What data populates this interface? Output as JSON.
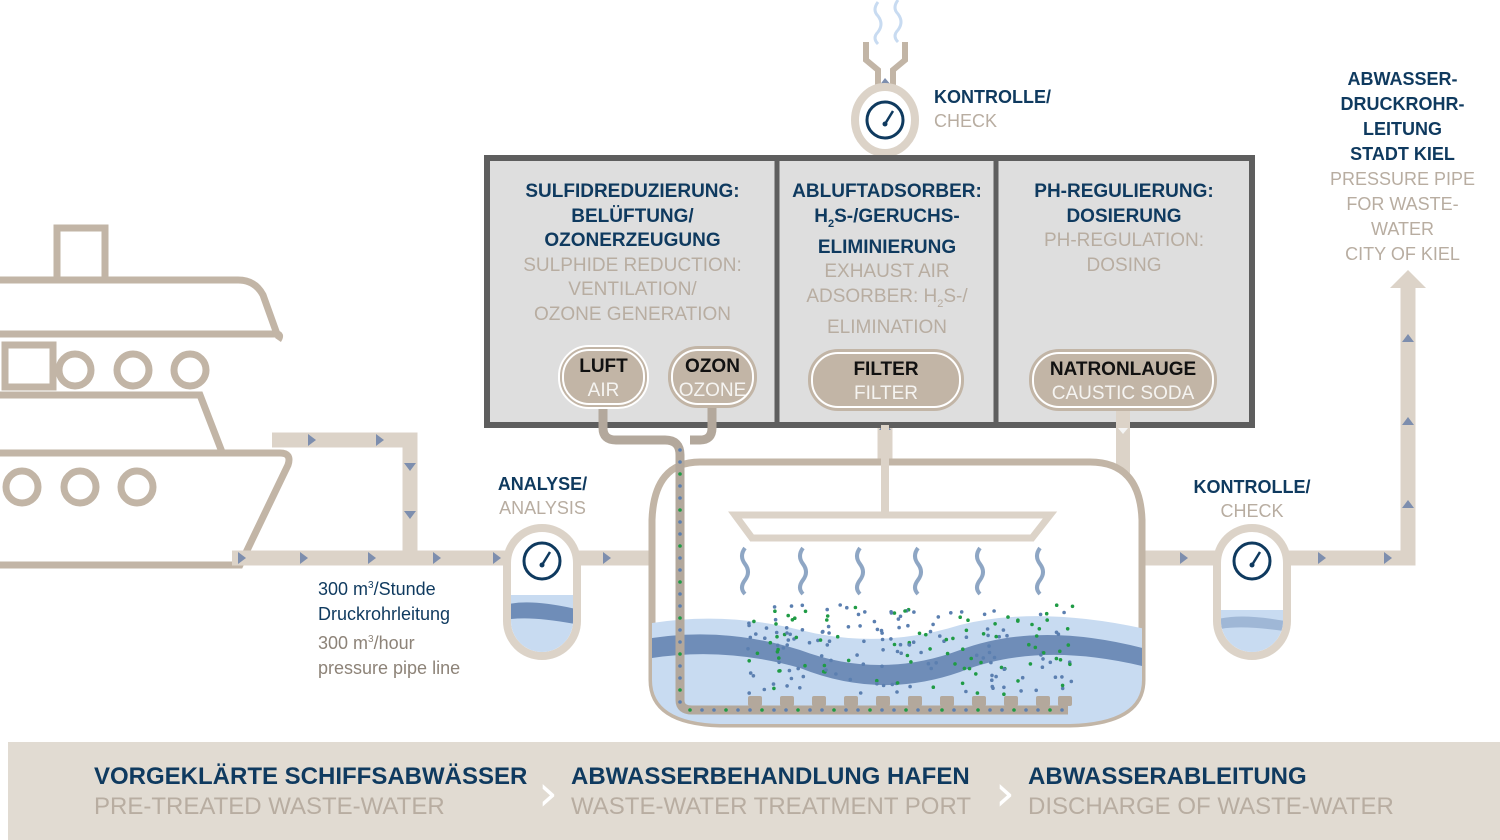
{
  "colors": {
    "pipe": "#dcd3c8",
    "outline": "#c2b5a6",
    "panel": "#dedede",
    "panel_border": "#5e5e5e",
    "water_light": "#c8dbf1",
    "water_dark": "#6f8db8",
    "text_dark_blue": "#0f3a5f",
    "text_beige": "#b8ada1",
    "dot_green": "#1f9b45",
    "dot_blue": "#5b7fb0"
  },
  "icons": [
    "ship-icon",
    "gauge-icon",
    "arrow-right-icon",
    "arrow-up-icon",
    "arrow-down-icon",
    "vapor-icon"
  ],
  "boxes": [
    {
      "de": [
        "SULFIDREDUZIERUNG:",
        "BELÜFTUNG/",
        "OZONERZEUGUNG"
      ],
      "en": [
        "SULPHIDE REDUCTION:",
        "VENTILATION/",
        "OZONE GENERATION"
      ]
    },
    {
      "de_1": "ABLUFTADSORBER:",
      "de_2a": "H",
      "de_2sub": "2",
      "de_2b": "S-/GERUCHS-",
      "de_3": "ELIMINIERUNG",
      "en_1": "EXHAUST AIR",
      "en_2a": "ADSORBER: H",
      "en_2sub": "2",
      "en_2b": "S-/",
      "en_3": "ELIMINATION"
    },
    {
      "de": [
        "PH-REGULIERUNG:",
        "DOSIERUNG"
      ],
      "en": [
        "PH-REGULATION:",
        "DOSING"
      ]
    }
  ],
  "pills": [
    {
      "de": "LUFT",
      "en": "AIR"
    },
    {
      "de": "OZON",
      "en": "OZONE"
    },
    {
      "de": "FILTER",
      "en": "FILTER"
    },
    {
      "de": "NATRONLAUGE",
      "en": "CAUSTIC SODA"
    }
  ],
  "checks": {
    "top": {
      "de": "KONTROLLE/",
      "en": "CHECK"
    },
    "right": {
      "de": "KONTROLLE/",
      "en": "CHECK"
    },
    "analysis": {
      "de": "ANALYSE/",
      "en": "ANALYSIS"
    }
  },
  "destination": {
    "de": [
      "ABWASSER-",
      "DRUCKROHR-",
      "LEITUNG",
      "STADT KIEL"
    ],
    "en": [
      "PRESSURE PIPE",
      "FOR WASTE-",
      "WATER",
      "CITY OF KIEL"
    ]
  },
  "pipe_note": {
    "de_a": "300 m",
    "de_sup": "3",
    "de_b": "/Stunde",
    "de_2": "Druckrohrleitung",
    "en_a": "300 m",
    "en_sup": "3",
    "en_b": "/hour",
    "en_2": "pressure pipe line"
  },
  "footer": [
    {
      "de": "VORGEKLÄRTE SCHIFFSABWÄSSER",
      "en": "PRE-TREATED WASTE-WATER"
    },
    {
      "de": "ABWASSERBEHANDLUNG HAFEN",
      "en": "WASTE-WATER TREATMENT PORT"
    },
    {
      "de": "ABWASSERABLEITUNG",
      "en": "DISCHARGE OF WASTE-WATER"
    }
  ],
  "footer_separator": "›"
}
